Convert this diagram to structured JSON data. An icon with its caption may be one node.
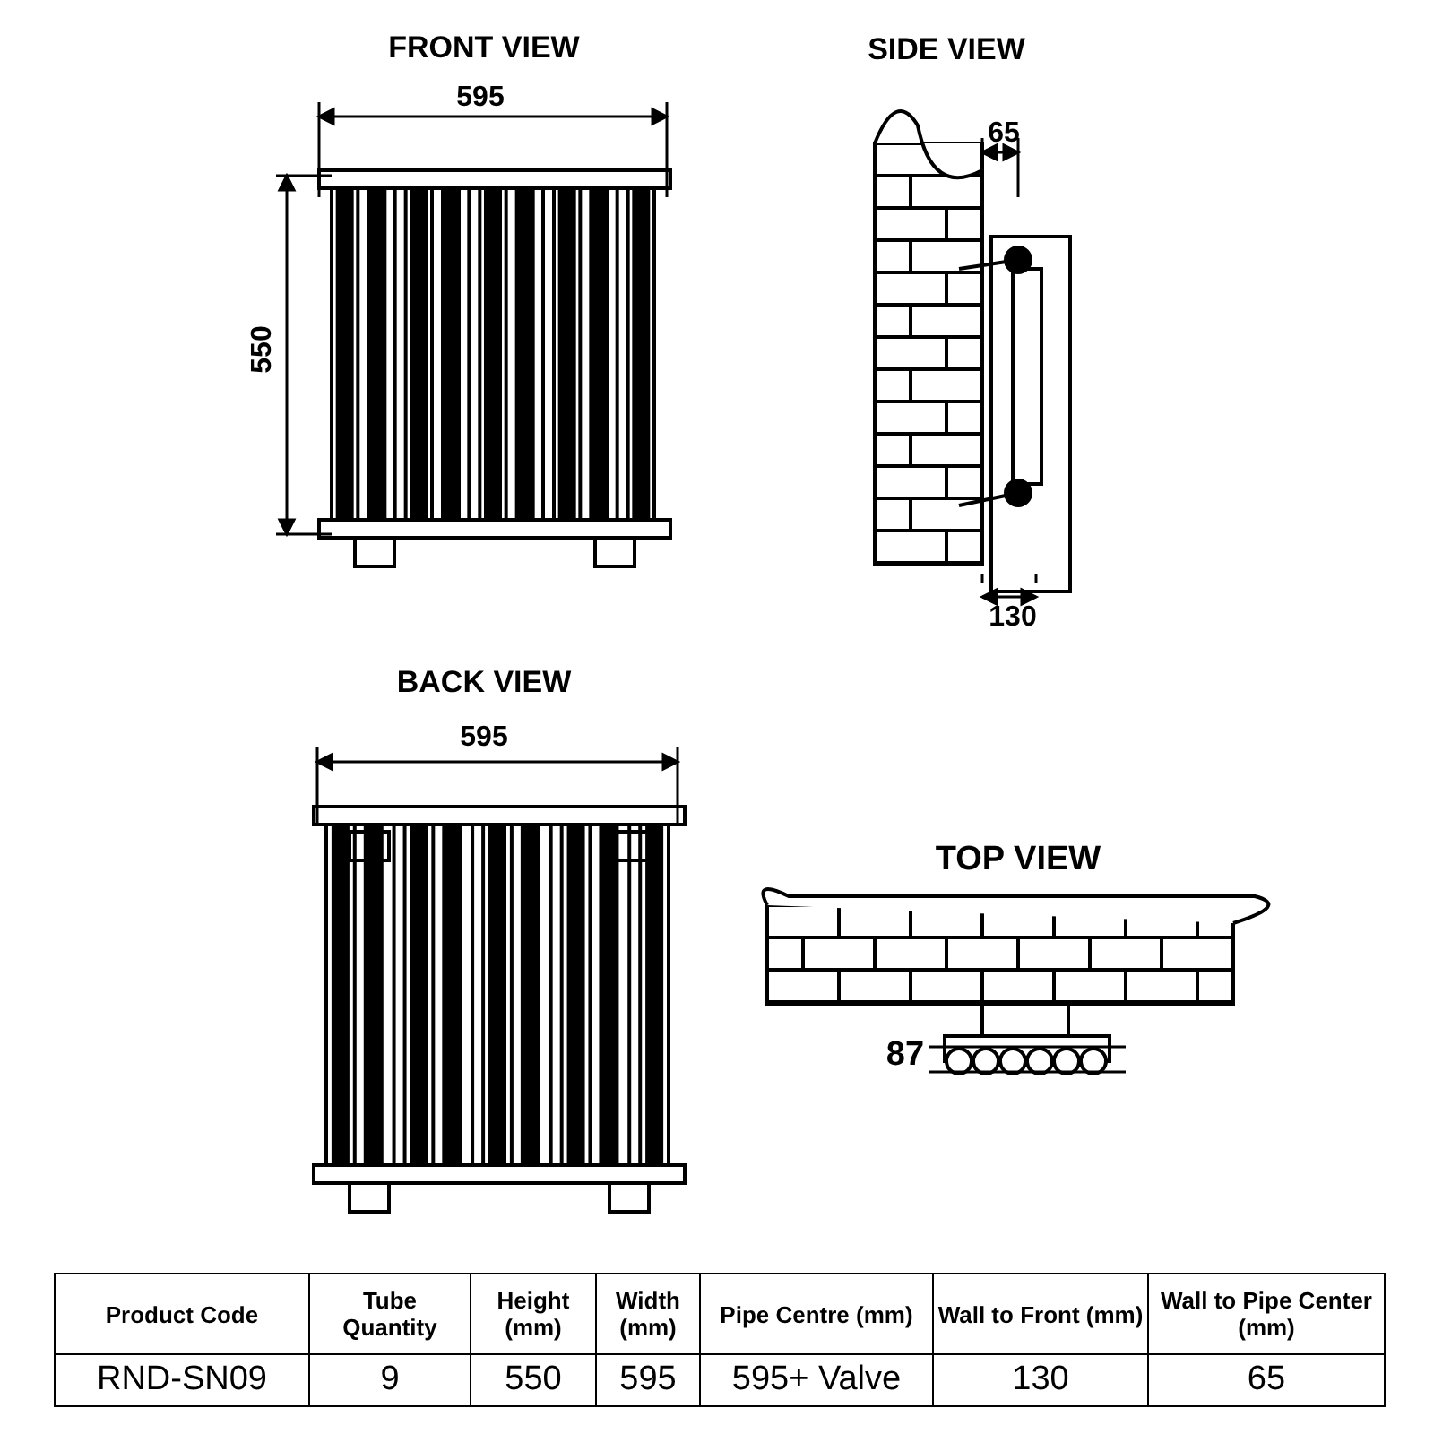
{
  "diagram": {
    "labels": [
      "FRONT VIEW",
      "595",
      "550",
      "SIDE VIEW",
      "65",
      "130",
      "BACK VIEW",
      "595",
      "TOP VIEW",
      "87",
      "Product Code",
      "Tube Quantity",
      "Height (mm)",
      "Width (mm)",
      "Pipe Centre (mm)",
      "Wall to Front (mm)",
      "Wall to Pipe Center (mm)",
      "RND-SN09",
      "9",
      "550",
      "595",
      "595+ Valve",
      "130",
      "65"
    ]
  }
}
